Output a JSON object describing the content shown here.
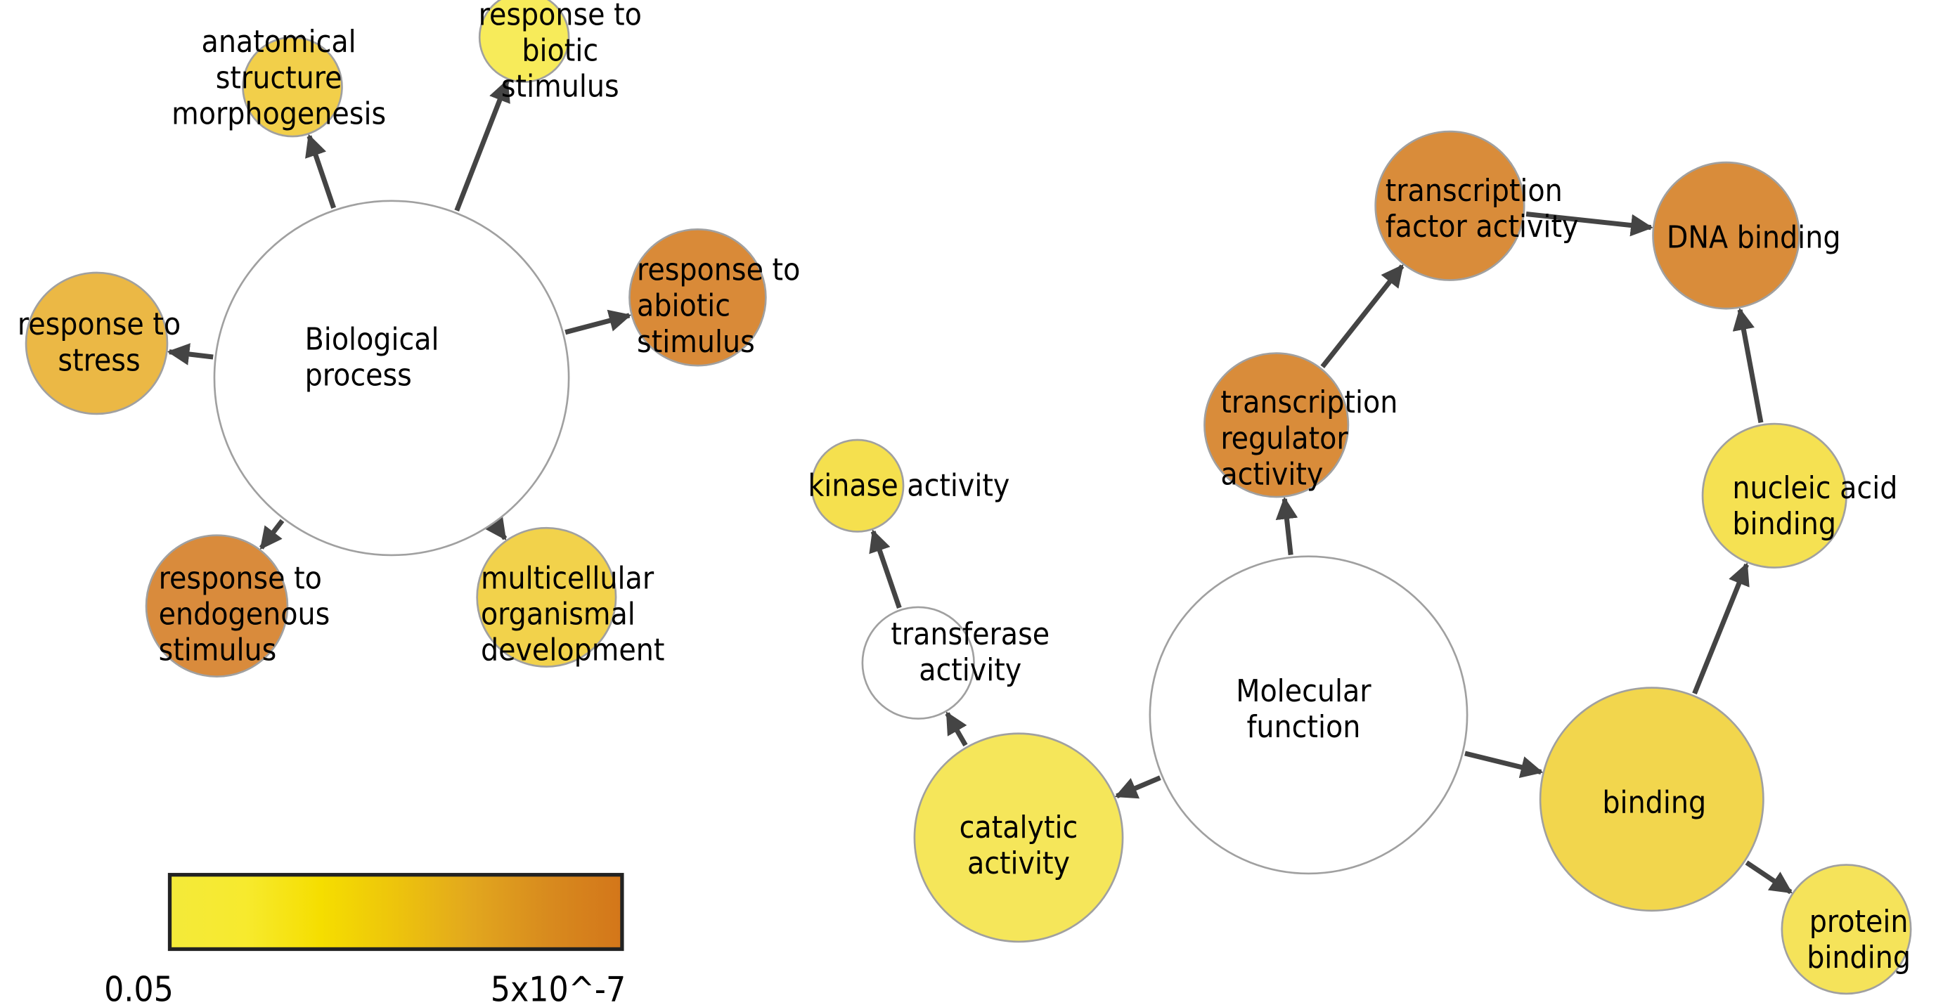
{
  "nodes": [
    {
      "id": "bp",
      "lines": [
        "Biological",
        "process"
      ],
      "color": "#FFFFFF"
    },
    {
      "id": "anatomical",
      "lines": [
        "anatomical",
        "structure",
        "morphogenesis"
      ],
      "color": "#F2CF4A"
    },
    {
      "id": "biotic",
      "lines": [
        "response to",
        "biotic",
        "stimulus"
      ],
      "color": "#F7EB5A"
    },
    {
      "id": "abiotic",
      "lines": [
        "response to",
        "abiotic",
        "stimulus"
      ],
      "color": "#D98A38"
    },
    {
      "id": "stress",
      "lines": [
        "response to",
        "stress"
      ],
      "color": "#EBB845"
    },
    {
      "id": "endogenous",
      "lines": [
        "response to",
        "endogenous",
        "stimulus"
      ],
      "color": "#D98B3C"
    },
    {
      "id": "multicellular",
      "lines": [
        "multicellular",
        "organismal",
        "development"
      ],
      "color": "#F2D24B"
    },
    {
      "id": "mf",
      "lines": [
        "Molecular",
        "function"
      ],
      "color": "#FFFFFF"
    },
    {
      "id": "catalytic",
      "lines": [
        "catalytic",
        "activity"
      ],
      "color": "#F5E65A"
    },
    {
      "id": "transferase",
      "lines": [
        "transferase",
        "activity"
      ],
      "color": "#FFFFFF"
    },
    {
      "id": "kinase",
      "lines": [
        "kinase activity"
      ],
      "color": "#F5E04E"
    },
    {
      "id": "tr",
      "lines": [
        "transcription",
        "regulator",
        "activity"
      ],
      "color": "#D98C3A"
    },
    {
      "id": "tf",
      "lines": [
        "transcription",
        "factor activity"
      ],
      "color": "#D98C3A"
    },
    {
      "id": "dna",
      "lines": [
        "DNA binding"
      ],
      "color": "#D98C3A"
    },
    {
      "id": "nucleic",
      "lines": [
        "nucleic acid",
        "binding"
      ],
      "color": "#F5E152"
    },
    {
      "id": "binding",
      "lines": [
        "binding"
      ],
      "color": "#F2D64D"
    },
    {
      "id": "protein",
      "lines": [
        "protein",
        "binding"
      ],
      "color": "#F5E35A"
    }
  ],
  "edges": [
    [
      "bp",
      "anatomical"
    ],
    [
      "bp",
      "biotic"
    ],
    [
      "bp",
      "abiotic"
    ],
    [
      "bp",
      "stress"
    ],
    [
      "bp",
      "endogenous"
    ],
    [
      "bp",
      "multicellular"
    ],
    [
      "mf",
      "catalytic"
    ],
    [
      "mf",
      "binding"
    ],
    [
      "mf",
      "tr"
    ],
    [
      "catalytic",
      "transferase"
    ],
    [
      "transferase",
      "kinase"
    ],
    [
      "tr",
      "tf"
    ],
    [
      "tf",
      "dna"
    ],
    [
      "binding",
      "nucleic"
    ],
    [
      "nucleic",
      "dna"
    ],
    [
      "binding",
      "protein"
    ]
  ],
  "legend": {
    "min_label": "0.05",
    "max_label": "5x10^-7",
    "gradient": [
      "#F4EA3A",
      "#F7EA2E",
      "#F5DE00",
      "#EDC40C",
      "#E2A71E",
      "#D88B1E",
      "#D3761A"
    ]
  },
  "colors": {
    "edge": "#444444",
    "node_stroke": "#A0A0A0"
  }
}
